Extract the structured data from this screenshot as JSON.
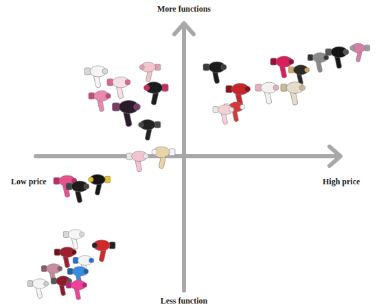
{
  "diagram": {
    "labels": [
      "More functions",
      "Less function",
      "Low price",
      "High price"
    ]
  }
}
